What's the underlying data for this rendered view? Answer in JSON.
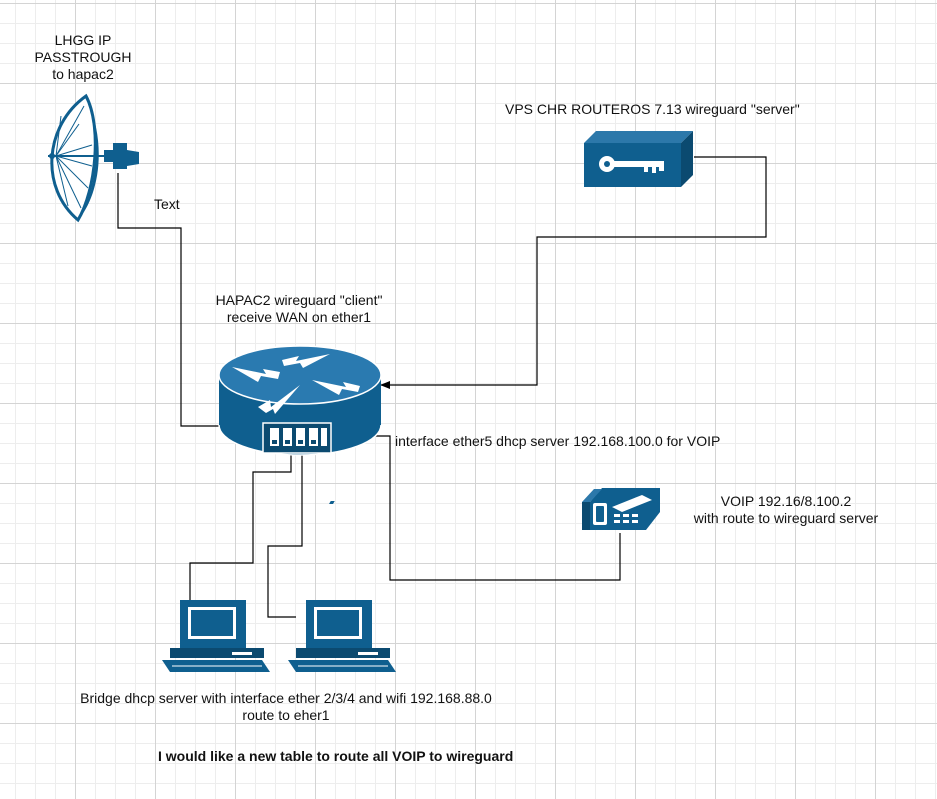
{
  "colors": {
    "device": "#0f5f8f",
    "device_dark": "#0b4a70",
    "line": "#000000",
    "white": "#ffffff"
  },
  "nodes": {
    "antenna": {
      "icon": "satellite-dish-icon",
      "label_lines": [
        "LHGG IP",
        "PASSTROUGH",
        "to hapac2"
      ]
    },
    "vps": {
      "icon": "key-server-icon",
      "label": "VPS CHR ROUTEROS 7.13 wireguard \"server\""
    },
    "router": {
      "icon": "router-icon",
      "label_lines": [
        "HAPAC2 wireguard \"client\"",
        "receive WAN on ether1"
      ]
    },
    "voip_phone": {
      "icon": "ip-phone-icon",
      "label_lines": [
        "VOIP 192.16/8.100.2",
        "with route to wireguard server"
      ]
    },
    "pc1": {
      "icon": "desktop-computer-icon"
    },
    "pc2": {
      "icon": "desktop-computer-icon"
    }
  },
  "edges": {
    "antenna_router": {
      "label": "Text"
    },
    "router_voip": {
      "label": "interface ether5 dhcp server 192.168.100.0 for VOIP"
    }
  },
  "bridge_label_lines": [
    "Bridge dhcp server with interface ether 2/3/4 and wifi 192.168.88.0",
    "route to eher1"
  ],
  "note": "I would like a new table to route all VOIP to wireguard"
}
